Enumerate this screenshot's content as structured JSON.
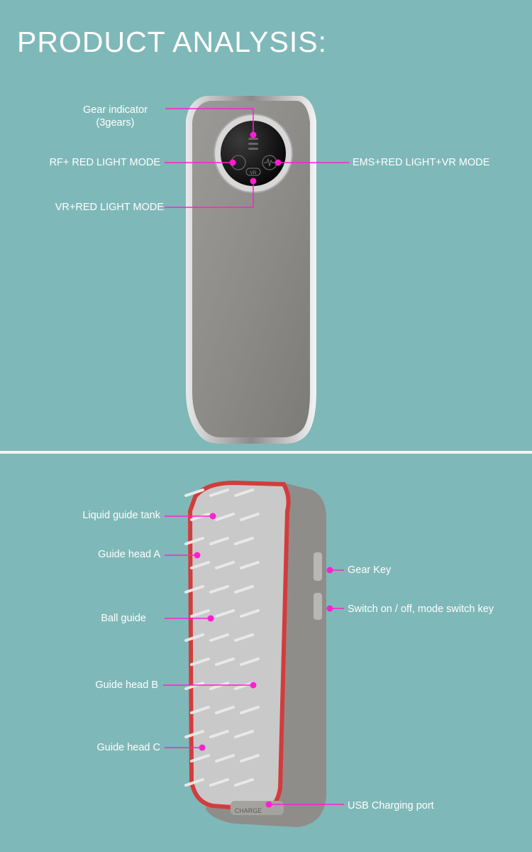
{
  "title": "PRODUCT ANALYSIS:",
  "accent_color": "#ff1fd0",
  "background_color": "#7fb8b8",
  "front_view": {
    "callouts": [
      {
        "id": "gear-indicator",
        "label": "Gear indicator",
        "sub": "(3gears)"
      },
      {
        "id": "rf-red-light-mode",
        "label": "RF+ RED LIGHT MODE"
      },
      {
        "id": "ems-red-light-vr-mode",
        "label": "EMS+RED LIGHT+VR MODE"
      },
      {
        "id": "vr-red-light-mode",
        "label": "VR+RED LIGHT MODE"
      }
    ],
    "button_text": "VR"
  },
  "side_view": {
    "callouts": [
      {
        "id": "liquid-guide-tank",
        "label": "Liquid guide tank"
      },
      {
        "id": "guide-head-a",
        "label": "Guide head A"
      },
      {
        "id": "gear-key",
        "label": "Gear Key"
      },
      {
        "id": "switch-key",
        "label": "Switch on / off, mode switch key"
      },
      {
        "id": "ball-guide",
        "label": "Ball guide"
      },
      {
        "id": "guide-head-b",
        "label": "Guide head B"
      },
      {
        "id": "guide-head-c",
        "label": "Guide head C"
      },
      {
        "id": "usb-port",
        "label": "USB Charging port"
      }
    ],
    "port_text": "CHARGE"
  }
}
